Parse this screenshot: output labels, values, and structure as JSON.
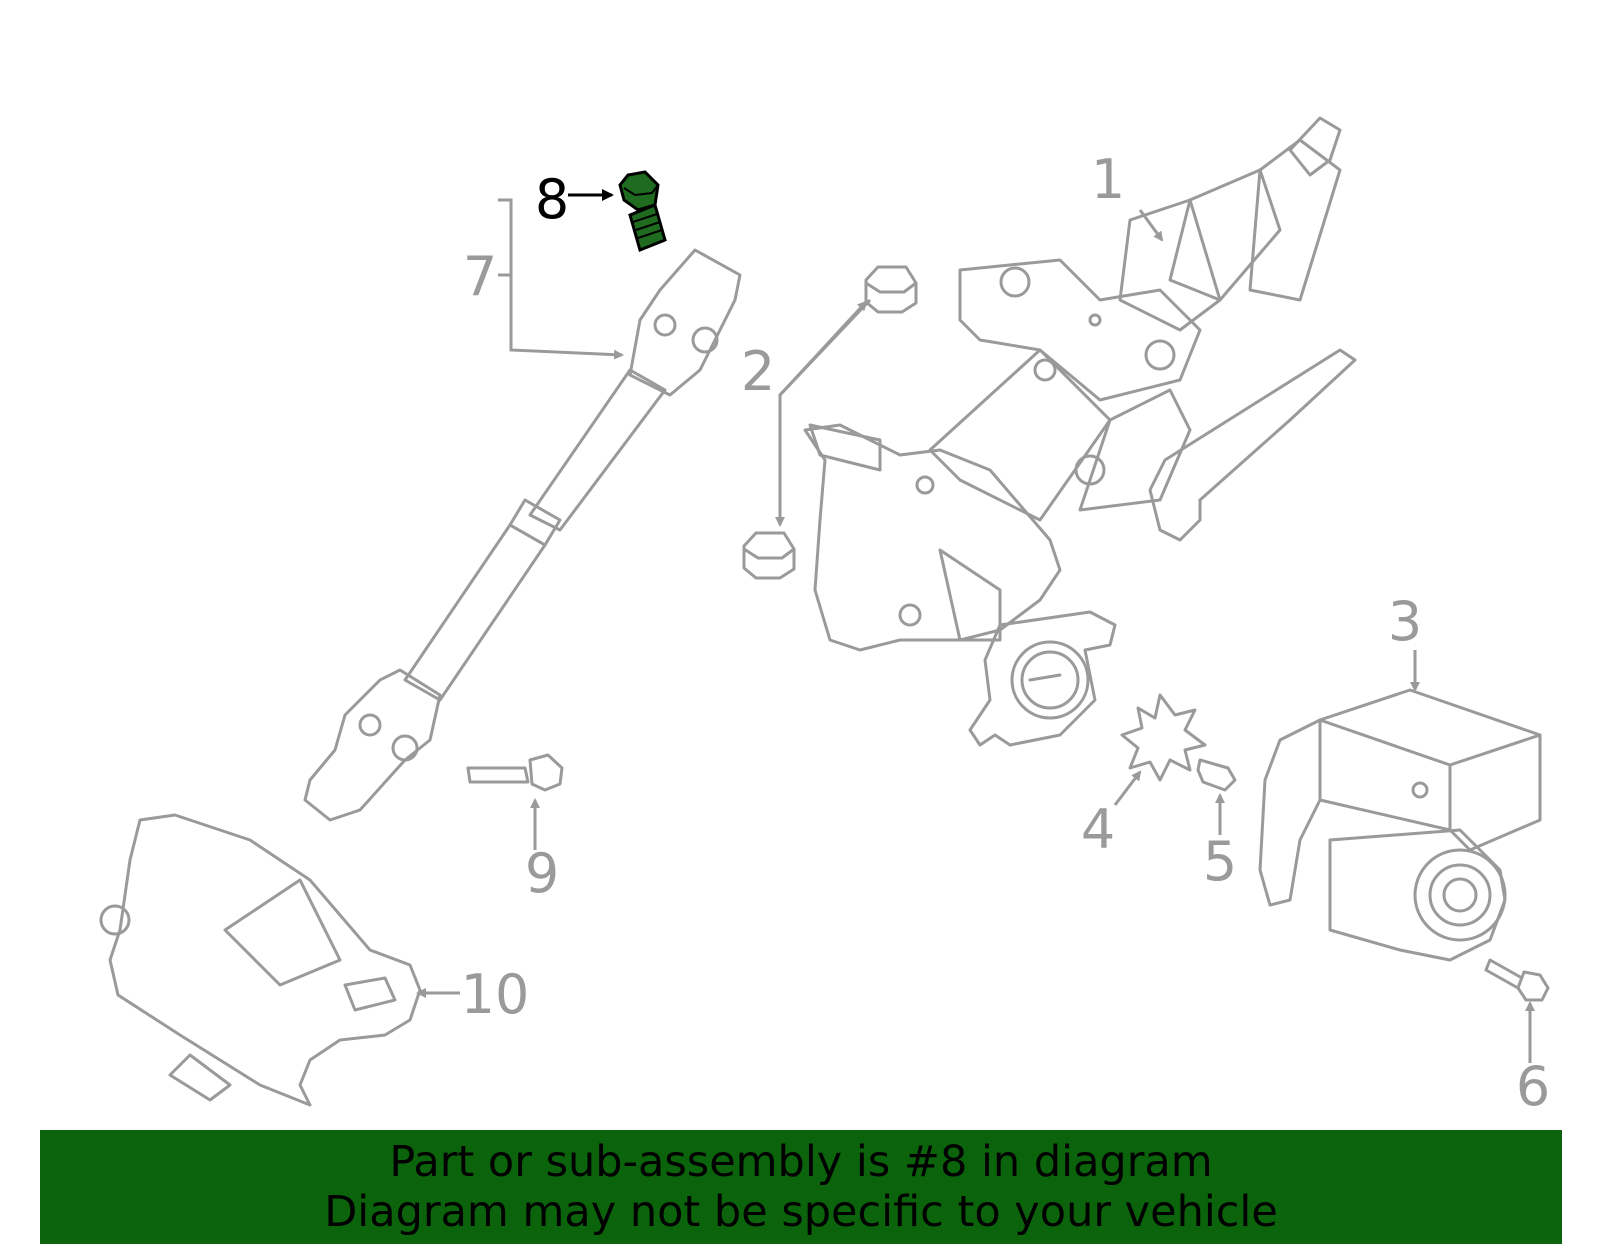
{
  "callouts": {
    "c1": "1",
    "c2": "2",
    "c3": "3",
    "c4": "4",
    "c5": "5",
    "c6": "6",
    "c7": "7",
    "c8": "8",
    "c9": "9",
    "c10": "10"
  },
  "highlighted_part": "8",
  "colors": {
    "highlight": "#1f6b1f",
    "line": "#9a9a9a",
    "banner": "#0b640b",
    "banner_text": "#000000"
  },
  "banner": {
    "line1": "Part or sub-assembly is #8 in diagram",
    "line2": "Diagram may not be specific to your vehicle"
  }
}
